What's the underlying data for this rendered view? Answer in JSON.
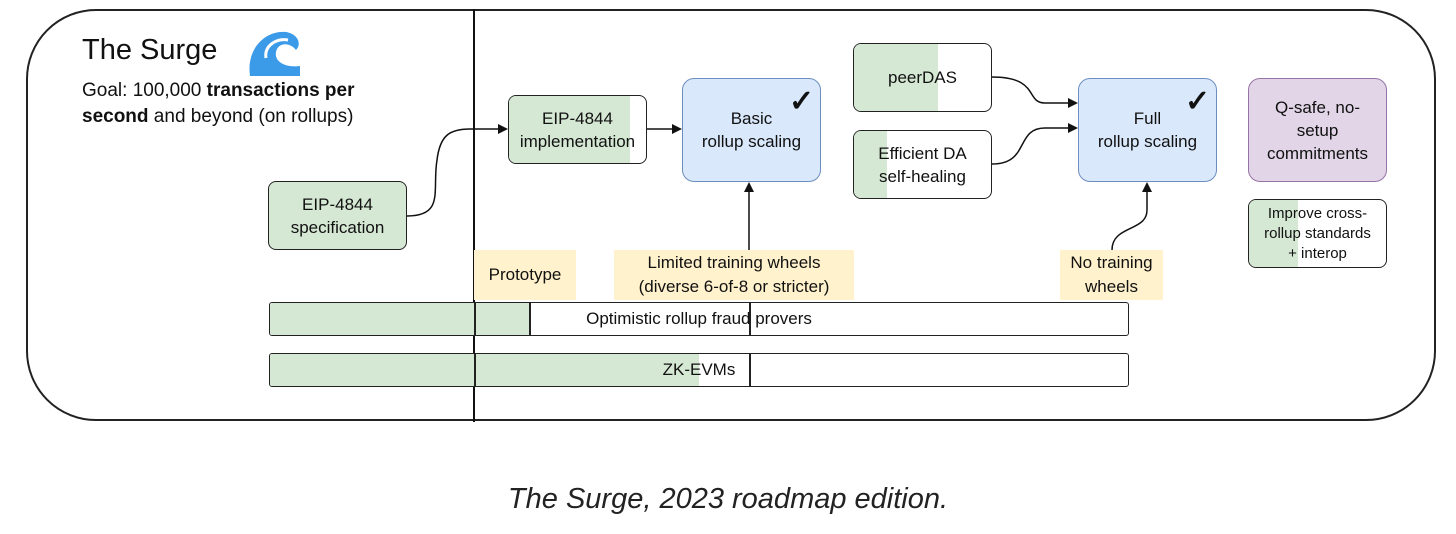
{
  "title": "The Surge",
  "goal": {
    "prefix": "Goal: 100,000 ",
    "bold1": "transactions per second",
    "suffix": " and beyond (on rollups)"
  },
  "boxes": {
    "eip4844_spec": "EIP-4844\nspecification",
    "eip4844_impl": "EIP-4844\nimplementation",
    "basic_rollup": "Basic\nrollup scaling",
    "peerdas": "peerDAS",
    "da_healing": "Efficient DA\nself-healing",
    "full_rollup": "Full\nrollup scaling",
    "qsafe": "Q-safe, no-\nsetup\ncommitments",
    "crossrollup": "Improve cross-\nrollup standards\n+ interop"
  },
  "checkmark": "✓",
  "labels": {
    "prototype": "Prototype",
    "limited": "Limited training wheels\n(diverse 6-of-8 or stricter)",
    "no_training": "No training\nwheels"
  },
  "bars": {
    "optimistic": {
      "label": "Optimistic rollup fraud provers",
      "progress": 0.303
    },
    "zkevm": {
      "label": "ZK-EVMs",
      "progress": 0.5
    }
  },
  "caption": "The Surge, 2023 roadmap edition.",
  "colors": {
    "green": "#d5e8d4",
    "blue": "#dae8fc",
    "purple": "#e1d5e7",
    "yellow": "#fff2cc",
    "wave": "#3b9be8"
  }
}
